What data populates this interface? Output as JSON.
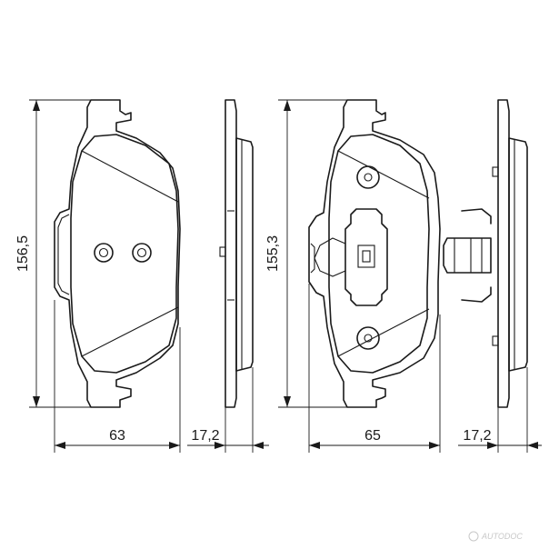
{
  "dimensions": {
    "left_pad_height": "156,5",
    "left_pad_width": "63",
    "left_pad_thickness": "17,2",
    "right_pad_height": "155,3",
    "right_pad_width": "65",
    "right_pad_thickness": "17,2"
  },
  "watermark": "AUTODOC"
}
